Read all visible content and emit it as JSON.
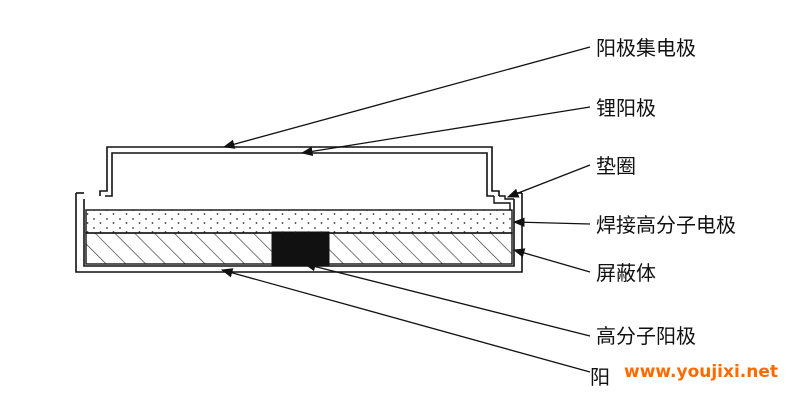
{
  "labels": {
    "anode_collector": "阳极集电极",
    "lithium_anode": "锂阳极",
    "gasket": "垫圈",
    "weld_polymer_electrode": "焊接高分子电极",
    "shield": "屏蔽体",
    "polymer_anode": "高分子阳极",
    "cut_label": "阳"
  },
  "watermark": "www.youjixi.net",
  "colors": {
    "line": "#111111",
    "hatch": "#333333",
    "watermark": "#ff6a00",
    "fill_black": "#111111"
  }
}
